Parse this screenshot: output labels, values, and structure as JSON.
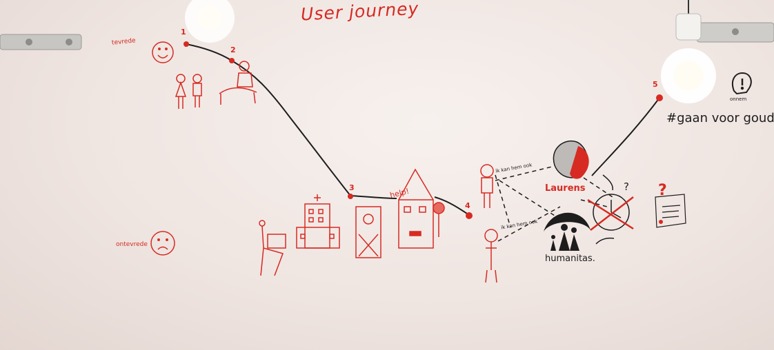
{
  "title": "User journey",
  "mood_labels": {
    "top": "tevrede",
    "bottom": "ontevrede"
  },
  "steps": [
    {
      "label": "1"
    },
    {
      "label": "2"
    },
    {
      "label": "3"
    },
    {
      "label": "4"
    },
    {
      "label": "5"
    }
  ],
  "annotations": {
    "help": "help!",
    "laurens": "Laurens",
    "humanitas": "humanitas.",
    "hashtag": "#gaan voor goud.",
    "question": "?",
    "onnem": "onnem",
    "small_note_1": "ik kan hem ook",
    "small_note_2": "ik kan hem ook"
  },
  "colors": {
    "marker_red": "#d62a22",
    "marker_black": "#1d1d1d",
    "board": "#f3ebe7"
  }
}
